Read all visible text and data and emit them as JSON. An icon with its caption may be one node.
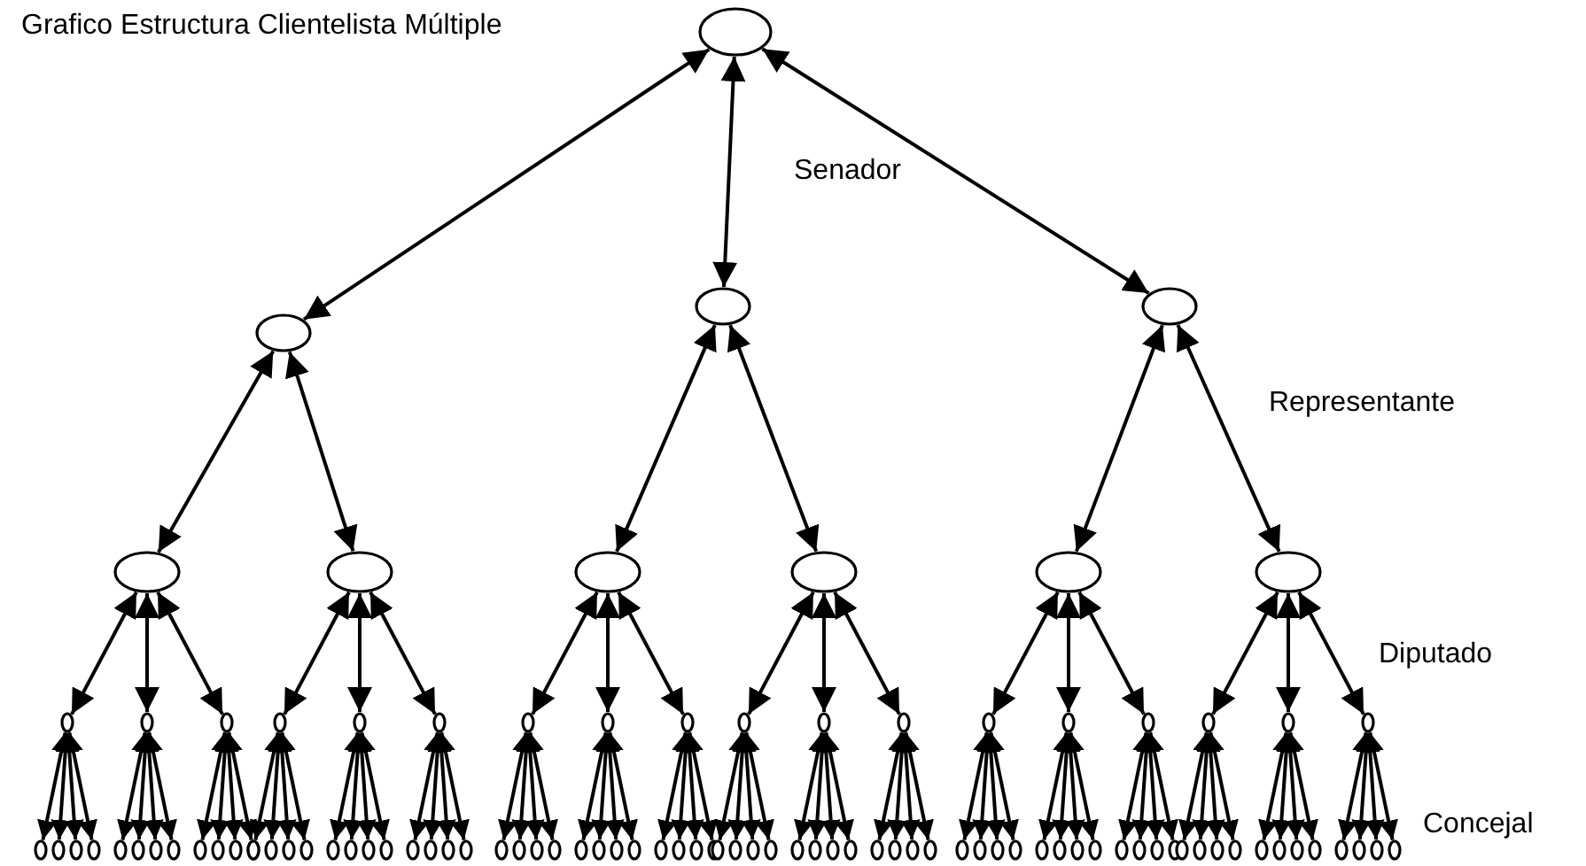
{
  "diagram": {
    "title": "Grafico Estructura Clientelista Múltiple",
    "nodes": [
      {
        "text": [],
        "shape": "circle"
      },
      {
        "text": [],
        "shape": "circle"
      },
      {
        "text": [],
        "shape": "circle"
      },
      {
        "text": [],
        "shape": "circle"
      },
      {
        "text": [],
        "shape": "circle"
      },
      {
        "text": [],
        "shape": "circle"
      },
      {
        "text": [],
        "shape": "circle"
      },
      {
        "text": [],
        "shape": "circle"
      },
      {
        "text": [],
        "shape": "circle"
      },
      {
        "text": [],
        "shape": "circle"
      },
      {
        "text": [],
        "shape": "circle"
      },
      {
        "text": [],
        "shape": "circle"
      },
      {
        "text": [],
        "shape": "circle"
      },
      {
        "text": [],
        "shape": "circle"
      },
      {
        "text": [],
        "shape": "circle"
      },
      {
        "text": [],
        "shape": "circle"
      },
      {
        "text": [],
        "shape": "circle"
      },
      {
        "text": [],
        "shape": "circle"
      },
      {
        "text": [],
        "shape": "circle"
      },
      {
        "text": [],
        "shape": "circle"
      },
      {
        "text": [],
        "shape": "circle"
      },
      {
        "text": [],
        "shape": "circle"
      },
      {
        "text": [],
        "shape": "circle"
      },
      {
        "text": [],
        "shape": "circle"
      },
      {
        "text": [],
        "shape": "circle"
      },
      {
        "text": [],
        "shape": "circle"
      },
      {
        "text": [],
        "shape": "circle"
      },
      {
        "text": [],
        "shape": "circle"
      },
      {
        "text": [],
        "shape": "circle"
      },
      {
        "text": [],
        "shape": "circle"
      },
      {
        "text": [],
        "shape": "circle"
      },
      {
        "text": [],
        "shape": "circle"
      },
      {
        "text": [],
        "shape": "circle"
      },
      {
        "text": [],
        "shape": "circle"
      },
      {
        "text": [],
        "shape": "circle"
      },
      {
        "text": [],
        "shape": "circle"
      },
      {
        "text": [],
        "shape": "circle"
      },
      {
        "text": [],
        "shape": "circle"
      },
      {
        "text": [],
        "shape": "circle"
      },
      {
        "text": [],
        "shape": "circle"
      },
      {
        "text": [],
        "shape": "circle"
      },
      {
        "text": [],
        "shape": "circle"
      },
      {
        "text": [],
        "shape": "circle"
      },
      {
        "text": [],
        "shape": "circle"
      },
      {
        "text": [],
        "shape": "circle"
      },
      {
        "text": [],
        "shape": "circle"
      },
      {
        "text": [],
        "shape": "circle"
      },
      {
        "text": [],
        "shape": "circle"
      },
      {
        "text": [],
        "shape": "circle"
      },
      {
        "text": [],
        "shape": "circle"
      },
      {
        "text": [],
        "shape": "circle"
      },
      {
        "text": [],
        "shape": "circle"
      },
      {
        "text": [],
        "shape": "circle"
      },
      {
        "text": [],
        "shape": "circle"
      },
      {
        "text": [],
        "shape": "circle"
      },
      {
        "text": [],
        "shape": "circle"
      },
      {
        "text": [],
        "shape": "circle"
      },
      {
        "text": [],
        "shape": "circle"
      },
      {
        "text": [],
        "shape": "circle"
      },
      {
        "text": [],
        "shape": "circle"
      },
      {
        "text": [],
        "shape": "circle"
      },
      {
        "text": [],
        "shape": "circle"
      },
      {
        "text": [],
        "shape": "circle"
      },
      {
        "text": [],
        "shape": "circle"
      },
      {
        "text": [],
        "shape": "circle"
      },
      {
        "text": [],
        "shape": "circle"
      },
      {
        "text": [],
        "shape": "circle"
      },
      {
        "text": [],
        "shape": "circle"
      },
      {
        "text": [],
        "shape": "circle"
      },
      {
        "text": [],
        "shape": "circle"
      },
      {
        "text": [],
        "shape": "circle"
      },
      {
        "text": [],
        "shape": "circle"
      },
      {
        "text": [],
        "shape": "circle"
      },
      {
        "text": [],
        "shape": "circle"
      },
      {
        "text": [],
        "shape": "circle"
      },
      {
        "text": [],
        "shape": "circle"
      },
      {
        "text": [],
        "shape": "circle"
      },
      {
        "text": [],
        "shape": "circle"
      },
      {
        "text": [],
        "shape": "circle"
      },
      {
        "text": [],
        "shape": "circle"
      },
      {
        "text": [],
        "shape": "circle"
      },
      {
        "text": [],
        "shape": "circle"
      },
      {
        "text": [],
        "shape": "circle"
      },
      {
        "text": [],
        "shape": "circle"
      },
      {
        "text": [],
        "shape": "circle"
      },
      {
        "text": [],
        "shape": "circle"
      },
      {
        "text": [],
        "shape": "circle"
      },
      {
        "text": [],
        "shape": "circle"
      },
      {
        "text": [],
        "shape": "circle"
      },
      {
        "text": [],
        "shape": "circle"
      },
      {
        "text": [],
        "shape": "circle"
      },
      {
        "text": [],
        "shape": "circle"
      },
      {
        "text": [],
        "shape": "circle"
      },
      {
        "text": [],
        "shape": "circle"
      },
      {
        "text": [],
        "shape": "circle"
      },
      {
        "text": [],
        "shape": "circle"
      },
      {
        "text": [],
        "shape": "circle"
      },
      {
        "text": [],
        "shape": "circle"
      },
      {
        "text": [],
        "shape": "circle"
      },
      {
        "text": [],
        "shape": "circle"
      }
    ],
    "edges": [
      {
        "from": 0,
        "to": 1,
        "arrow": "both"
      },
      {
        "from": 0,
        "to": 2,
        "arrow": "both"
      },
      {
        "from": 0,
        "to": 3,
        "arrow": "both"
      },
      {
        "from": 1,
        "to": 4,
        "arrow": "both"
      },
      {
        "from": 1,
        "to": 5,
        "arrow": "both"
      },
      {
        "from": 2,
        "to": 6,
        "arrow": "both"
      },
      {
        "from": 2,
        "to": 7,
        "arrow": "both"
      },
      {
        "from": 3,
        "to": 8,
        "arrow": "both"
      },
      {
        "from": 3,
        "to": 9,
        "arrow": "both"
      },
      {
        "from": 4,
        "to": 10,
        "arrow": "both"
      },
      {
        "from": 4,
        "to": 11,
        "arrow": "both"
      },
      {
        "from": 4,
        "to": 12,
        "arrow": "both"
      },
      {
        "from": 5,
        "to": 13,
        "arrow": "both"
      },
      {
        "from": 5,
        "to": 14,
        "arrow": "both"
      },
      {
        "from": 5,
        "to": 15,
        "arrow": "both"
      },
      {
        "from": 6,
        "to": 16,
        "arrow": "both"
      },
      {
        "from": 6,
        "to": 17,
        "arrow": "both"
      },
      {
        "from": 6,
        "to": 18,
        "arrow": "both"
      },
      {
        "from": 7,
        "to": 19,
        "arrow": "both"
      },
      {
        "from": 7,
        "to": 20,
        "arrow": "both"
      },
      {
        "from": 7,
        "to": 21,
        "arrow": "both"
      },
      {
        "from": 8,
        "to": 22,
        "arrow": "both"
      },
      {
        "from": 8,
        "to": 23,
        "arrow": "both"
      },
      {
        "from": 8,
        "to": 24,
        "arrow": "both"
      },
      {
        "from": 9,
        "to": 25,
        "arrow": "both"
      },
      {
        "from": 9,
        "to": 26,
        "arrow": "both"
      },
      {
        "from": 9,
        "to": 27,
        "arrow": "both"
      },
      {
        "from": 10,
        "to": 28,
        "arrow": "both"
      },
      {
        "from": 10,
        "to": 29,
        "arrow": "both"
      },
      {
        "from": 10,
        "to": 30,
        "arrow": "both"
      },
      {
        "from": 10,
        "to": 31,
        "arrow": "both"
      },
      {
        "from": 11,
        "to": 32,
        "arrow": "both"
      },
      {
        "from": 11,
        "to": 33,
        "arrow": "both"
      },
      {
        "from": 11,
        "to": 34,
        "arrow": "both"
      },
      {
        "from": 11,
        "to": 35,
        "arrow": "both"
      },
      {
        "from": 12,
        "to": 36,
        "arrow": "both"
      },
      {
        "from": 12,
        "to": 37,
        "arrow": "both"
      },
      {
        "from": 12,
        "to": 38,
        "arrow": "both"
      },
      {
        "from": 12,
        "to": 39,
        "arrow": "both"
      },
      {
        "from": 13,
        "to": 40,
        "arrow": "both"
      },
      {
        "from": 13,
        "to": 41,
        "arrow": "both"
      },
      {
        "from": 13,
        "to": 42,
        "arrow": "both"
      },
      {
        "from": 13,
        "to": 43,
        "arrow": "both"
      },
      {
        "from": 14,
        "to": 44,
        "arrow": "both"
      },
      {
        "from": 14,
        "to": 45,
        "arrow": "both"
      },
      {
        "from": 14,
        "to": 46,
        "arrow": "both"
      },
      {
        "from": 14,
        "to": 47,
        "arrow": "both"
      },
      {
        "from": 15,
        "to": 48,
        "arrow": "both"
      },
      {
        "from": 15,
        "to": 49,
        "arrow": "both"
      },
      {
        "from": 15,
        "to": 50,
        "arrow": "both"
      },
      {
        "from": 15,
        "to": 51,
        "arrow": "both"
      },
      {
        "from": 16,
        "to": 52,
        "arrow": "both"
      },
      {
        "from": 16,
        "to": 53,
        "arrow": "both"
      },
      {
        "from": 16,
        "to": 54,
        "arrow": "both"
      },
      {
        "from": 16,
        "to": 55,
        "arrow": "both"
      },
      {
        "from": 17,
        "to": 56,
        "arrow": "both"
      },
      {
        "from": 17,
        "to": 57,
        "arrow": "both"
      },
      {
        "from": 17,
        "to": 58,
        "arrow": "both"
      },
      {
        "from": 17,
        "to": 59,
        "arrow": "both"
      },
      {
        "from": 18,
        "to": 60,
        "arrow": "both"
      },
      {
        "from": 18,
        "to": 61,
        "arrow": "both"
      },
      {
        "from": 18,
        "to": 62,
        "arrow": "both"
      },
      {
        "from": 18,
        "to": 63,
        "arrow": "both"
      },
      {
        "from": 19,
        "to": 64,
        "arrow": "both"
      },
      {
        "from": 19,
        "to": 65,
        "arrow": "both"
      },
      {
        "from": 19,
        "to": 66,
        "arrow": "both"
      },
      {
        "from": 19,
        "to": 67,
        "arrow": "both"
      },
      {
        "from": 20,
        "to": 68,
        "arrow": "both"
      },
      {
        "from": 20,
        "to": 69,
        "arrow": "both"
      },
      {
        "from": 20,
        "to": 70,
        "arrow": "both"
      },
      {
        "from": 20,
        "to": 71,
        "arrow": "both"
      },
      {
        "from": 21,
        "to": 72,
        "arrow": "both"
      },
      {
        "from": 21,
        "to": 73,
        "arrow": "both"
      },
      {
        "from": 21,
        "to": 74,
        "arrow": "both"
      },
      {
        "from": 21,
        "to": 75,
        "arrow": "both"
      },
      {
        "from": 22,
        "to": 76,
        "arrow": "both"
      },
      {
        "from": 22,
        "to": 77,
        "arrow": "both"
      },
      {
        "from": 22,
        "to": 78,
        "arrow": "both"
      },
      {
        "from": 22,
        "to": 79,
        "arrow": "both"
      },
      {
        "from": 23,
        "to": 80,
        "arrow": "both"
      },
      {
        "from": 23,
        "to": 81,
        "arrow": "both"
      },
      {
        "from": 23,
        "to": 82,
        "arrow": "both"
      },
      {
        "from": 23,
        "to": 83,
        "arrow": "both"
      },
      {
        "from": 24,
        "to": 84,
        "arrow": "both"
      },
      {
        "from": 24,
        "to": 85,
        "arrow": "both"
      },
      {
        "from": 24,
        "to": 86,
        "arrow": "both"
      },
      {
        "from": 24,
        "to": 87,
        "arrow": "both"
      },
      {
        "from": 25,
        "to": 88,
        "arrow": "both"
      },
      {
        "from": 25,
        "to": 89,
        "arrow": "both"
      },
      {
        "from": 25,
        "to": 90,
        "arrow": "both"
      },
      {
        "from": 25,
        "to": 91,
        "arrow": "both"
      },
      {
        "from": 26,
        "to": 92,
        "arrow": "both"
      },
      {
        "from": 26,
        "to": 93,
        "arrow": "both"
      },
      {
        "from": 26,
        "to": 94,
        "arrow": "both"
      },
      {
        "from": 26,
        "to": 95,
        "arrow": "both"
      },
      {
        "from": 27,
        "to": 96,
        "arrow": "both"
      },
      {
        "from": 27,
        "to": 97,
        "arrow": "both"
      },
      {
        "from": 27,
        "to": 98,
        "arrow": "both"
      },
      {
        "from": 27,
        "to": 99,
        "arrow": "both"
      }
    ],
    "labels": [
      "Senador",
      "Representante",
      "Diputado",
      "Concejal"
    ]
  }
}
